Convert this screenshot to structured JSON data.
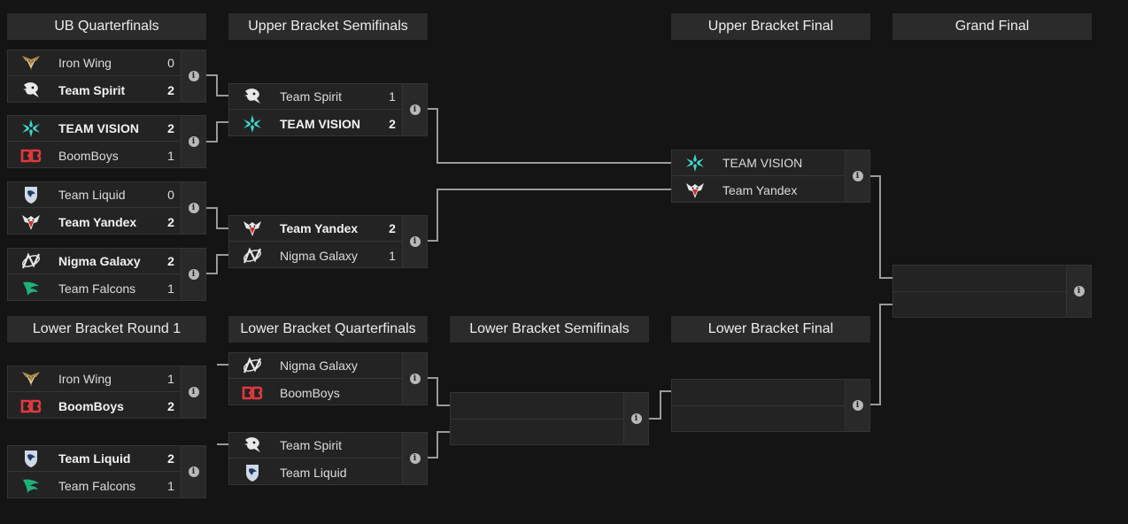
{
  "headers": {
    "ub_qf": "UB Quarterfinals",
    "ub_sf": "Upper Bracket Semifinals",
    "ub_final": "Upper Bracket Final",
    "grand_final": "Grand Final",
    "lb_r1": "Lower Bracket Round 1",
    "lb_qf": "Lower Bracket Quarterfinals",
    "lb_sf": "Lower Bracket Semifinals",
    "lb_final": "Lower Bracket Final"
  },
  "matches": {
    "ubqf1": {
      "t1": {
        "name": "Iron Wing",
        "score": "0",
        "logo": "iron-wing-logo"
      },
      "t2": {
        "name": "Team Spirit",
        "score": "2",
        "logo": "team-spirit-logo"
      }
    },
    "ubqf2": {
      "t1": {
        "name": "TEAM VISION",
        "score": "2",
        "logo": "team-vision-logo"
      },
      "t2": {
        "name": "BoomBoys",
        "score": "1",
        "logo": "boomboys-logo"
      }
    },
    "ubqf3": {
      "t1": {
        "name": "Team Liquid",
        "score": "0",
        "logo": "team-liquid-logo"
      },
      "t2": {
        "name": "Team Yandex",
        "score": "2",
        "logo": "team-yandex-logo"
      }
    },
    "ubqf4": {
      "t1": {
        "name": "Nigma Galaxy",
        "score": "2",
        "logo": "nigma-galaxy-logo"
      },
      "t2": {
        "name": "Team Falcons",
        "score": "1",
        "logo": "team-falcons-logo"
      }
    },
    "ubsf1": {
      "t1": {
        "name": "Team Spirit",
        "score": "1",
        "logo": "team-spirit-logo"
      },
      "t2": {
        "name": "TEAM VISION",
        "score": "2",
        "logo": "team-vision-logo"
      }
    },
    "ubsf2": {
      "t1": {
        "name": "Team Yandex",
        "score": "2",
        "logo": "team-yandex-logo"
      },
      "t2": {
        "name": "Nigma Galaxy",
        "score": "1",
        "logo": "nigma-galaxy-logo"
      }
    },
    "ubf": {
      "t1": {
        "name": "TEAM VISION",
        "score": "",
        "logo": "team-vision-logo"
      },
      "t2": {
        "name": "Team Yandex",
        "score": "",
        "logo": "team-yandex-logo"
      }
    },
    "lbr1a": {
      "t1": {
        "name": "Iron Wing",
        "score": "1",
        "logo": "iron-wing-logo"
      },
      "t2": {
        "name": "BoomBoys",
        "score": "2",
        "logo": "boomboys-logo"
      }
    },
    "lbr1b": {
      "t1": {
        "name": "Team Liquid",
        "score": "2",
        "logo": "team-liquid-logo"
      },
      "t2": {
        "name": "Team Falcons",
        "score": "1",
        "logo": "team-falcons-logo"
      }
    },
    "lbqf1": {
      "t1": {
        "name": "Nigma Galaxy",
        "score": "",
        "logo": "nigma-galaxy-logo"
      },
      "t2": {
        "name": "BoomBoys",
        "score": "",
        "logo": "boomboys-logo"
      }
    },
    "lbqf2": {
      "t1": {
        "name": "Team Spirit",
        "score": "",
        "logo": "team-spirit-logo"
      },
      "t2": {
        "name": "Team Liquid",
        "score": "",
        "logo": "team-liquid-logo"
      }
    }
  },
  "info_icon": "i",
  "colors": {
    "background": "#141414",
    "card": "#232323",
    "header": "#2b2b2b",
    "connector": "#9a9a9a",
    "vision_teal": "#3fd6c8",
    "boomboys_red": "#e0393e",
    "falcons_green": "#1fb07a"
  }
}
